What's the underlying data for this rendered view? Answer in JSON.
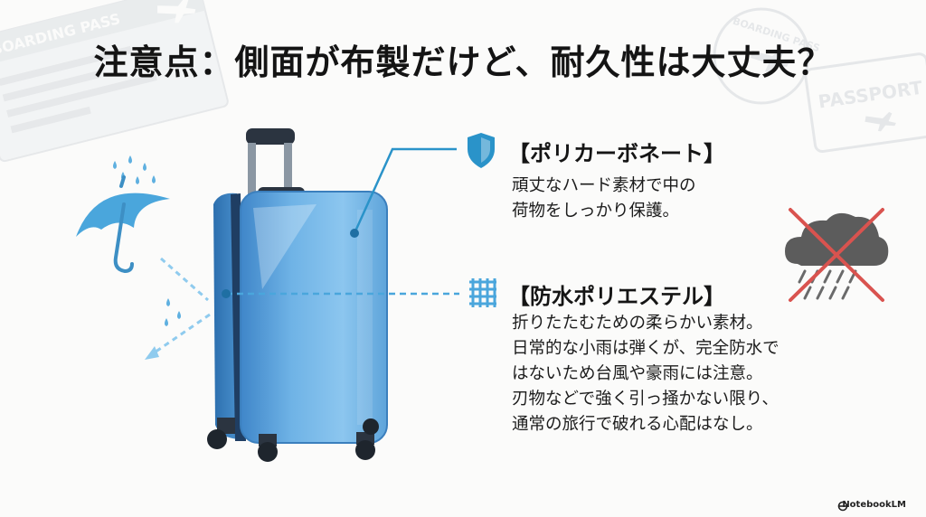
{
  "title": "注意点：側面が布製だけど、耐久性は大丈夫？",
  "polycarbonate": {
    "heading": "【ポリカーボネート】",
    "lines": [
      "頑丈なハード素材で中の",
      "荷物をしっかり保護。"
    ]
  },
  "polyester": {
    "heading": "【防水ポリエステル】",
    "lines": [
      "折りたたむための柔らかい素材。",
      "日常的な小雨は弾くが、完全防水で",
      "はないため台風や豪雨には注意。",
      "刃物などで強く引っ掻かない限り、",
      "通常の旅行で破れる心配はなし。"
    ]
  },
  "decorations": {
    "boarding_pass_left": "BOARDING PASS",
    "boarding_pass_right": "BOARDING PASS",
    "passport": "PASSPORT"
  },
  "brand": "NotebookLM",
  "colors": {
    "accent_blue": "#2a93c9",
    "suitcase_blue": "#6fb3e6",
    "umbrella_blue": "#4aa6dc",
    "cross_red": "#d9534f",
    "cloud_gray": "#5c5c5c"
  }
}
